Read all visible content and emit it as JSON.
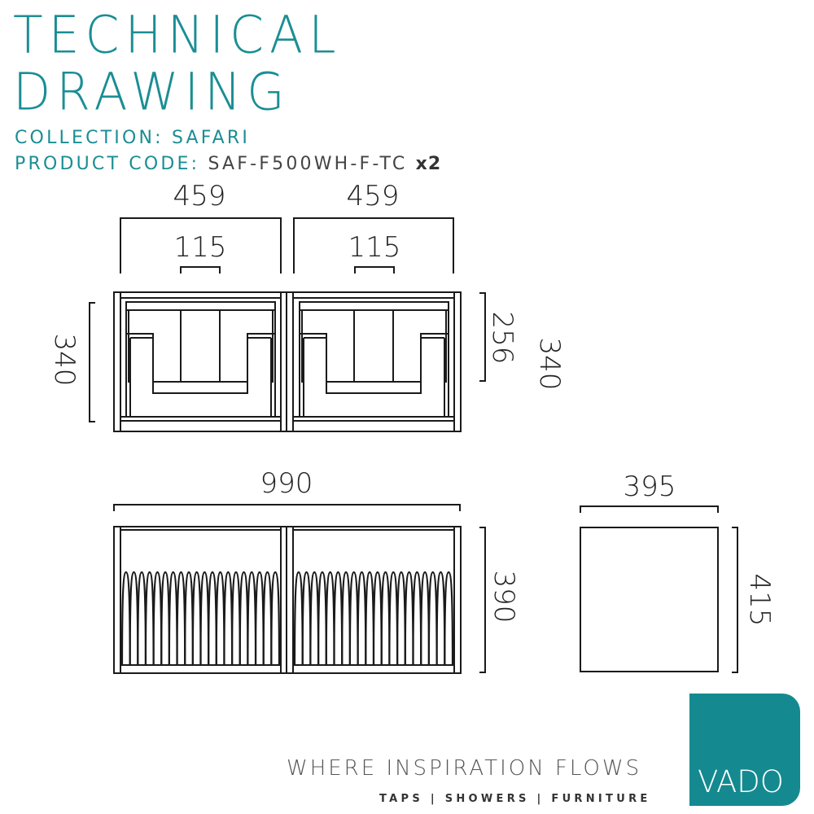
{
  "header": {
    "title_line1": "TECHNICAL",
    "title_line2": "DRAWING",
    "collection_label": "COLLECTION:",
    "collection_value": "SAFARI",
    "product_code_label": "PRODUCT CODE:",
    "product_code_value": "SAF-F500WH-F-TC",
    "quantity": "x2"
  },
  "dimensions": {
    "unit_width_left": "459",
    "unit_width_right": "459",
    "basin_width_left": "115",
    "basin_width_right": "115",
    "plan_depth_left": "340",
    "plan_inner_depth": "256",
    "plan_depth_right": "340",
    "total_width": "990",
    "front_height": "390",
    "side_depth": "395",
    "side_height": "415"
  },
  "footer": {
    "tagline": "WHERE INSPIRATION FLOWS",
    "categories": "TAPS | SHOWERS | FURNITURE",
    "brand": "VADO"
  },
  "colors": {
    "brand_teal": "#148a90",
    "line": "#1a1a1a"
  }
}
